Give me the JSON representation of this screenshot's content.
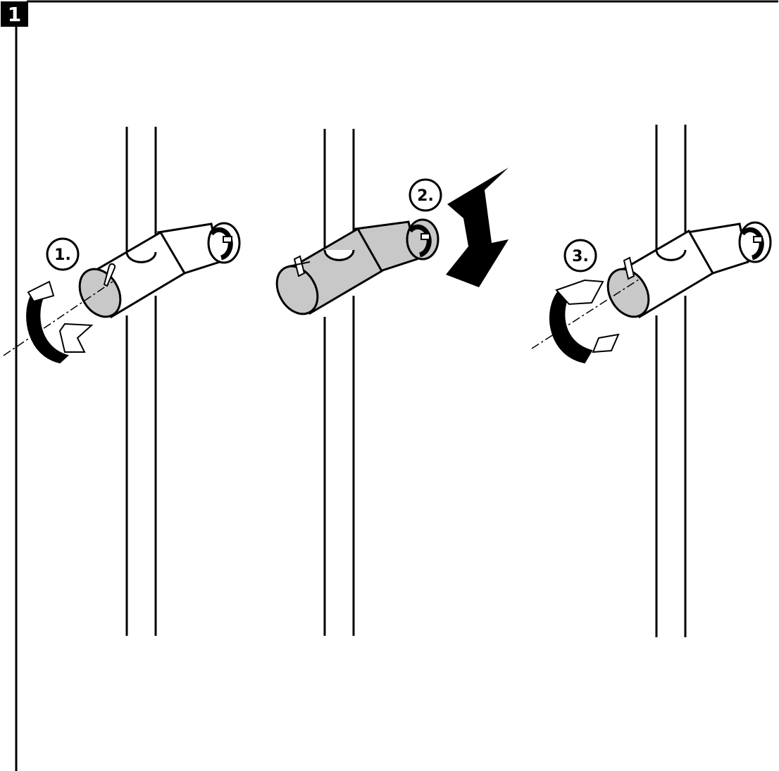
{
  "figure": {
    "number": "1",
    "steps": [
      {
        "label": "1.",
        "action": "loosen"
      },
      {
        "label": "2.",
        "action": "slide-up-down"
      },
      {
        "label": "3.",
        "action": "tighten"
      }
    ]
  },
  "colors": {
    "line": "#000000",
    "part_fill": "#ffffff",
    "shaded_fill": "#c8c8c8",
    "background": "#ffffff"
  }
}
